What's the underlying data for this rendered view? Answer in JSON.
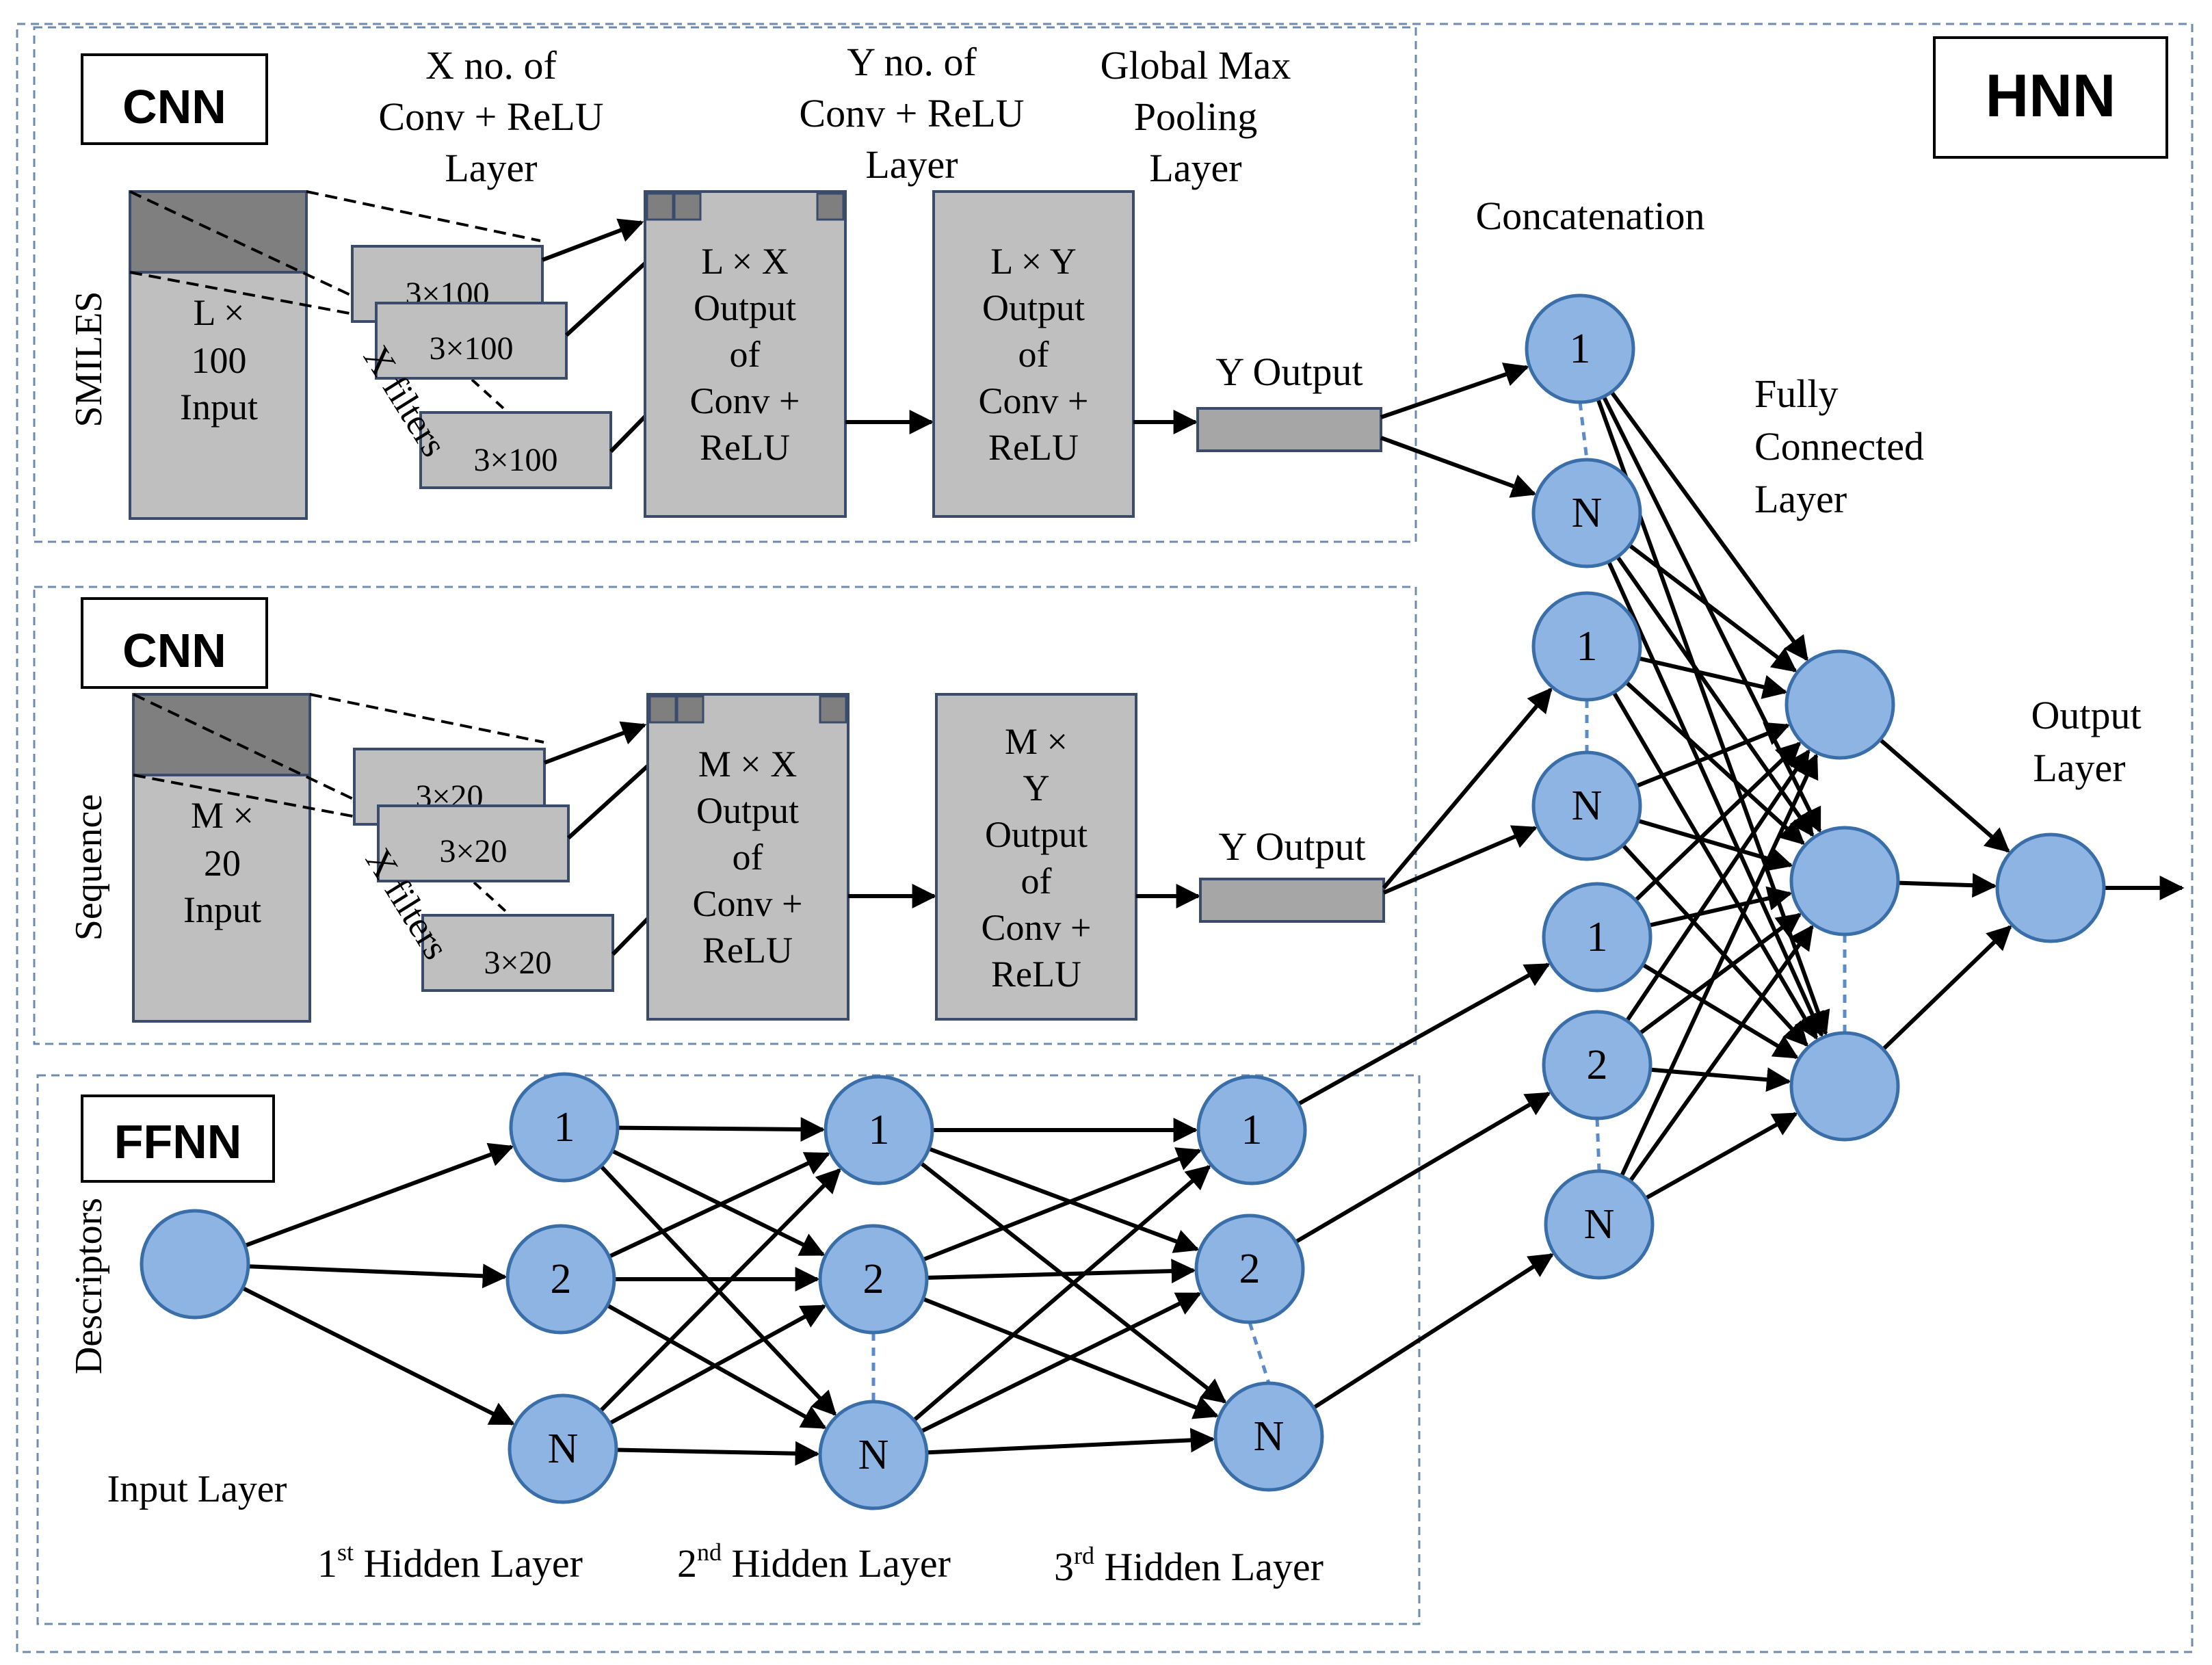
{
  "title_box": "HNN",
  "smiles_module": {
    "label": "CNN",
    "side_label": "SMILES",
    "input_label": [
      "L ×",
      "100",
      "Input"
    ],
    "filters": [
      "3×100",
      "3×100",
      "3×100"
    ],
    "filters_label": "X filters",
    "conv1_header": [
      "X no. of",
      "Conv + ReLU",
      "Layer"
    ],
    "conv1_box": [
      "L × X",
      "Output",
      "of",
      "Conv +",
      "ReLU"
    ],
    "conv2_header": [
      "Y no. of",
      "Conv + ReLU",
      "Layer"
    ],
    "conv2_box": [
      "L × Y",
      "Output",
      "of",
      "Conv +",
      "ReLU"
    ],
    "pool_header": [
      "Global Max",
      "Pooling",
      "Layer"
    ],
    "output_label": "Y Output"
  },
  "sequence_module": {
    "label": "CNN",
    "side_label": "Sequence",
    "input_label": [
      "M ×",
      "20",
      "Input"
    ],
    "filters": [
      "3×20",
      "3×20",
      "3×20"
    ],
    "filters_label": "X filters",
    "conv1_box": [
      "M × X",
      "Output",
      "of",
      "Conv +",
      "ReLU"
    ],
    "conv2_box": [
      "M ×",
      "Y",
      "Output",
      "of",
      "Conv +",
      "ReLU"
    ],
    "output_label": "Y Output"
  },
  "ffnn_module": {
    "label": "FFNN",
    "side_label": "Descriptors",
    "input_layer_label": "Input Layer",
    "hidden_layers": [
      {
        "num": "1",
        "sup": "st",
        "text": " Hidden Layer",
        "nodes": [
          "1",
          "2",
          "N"
        ]
      },
      {
        "num": "2",
        "sup": "nd",
        "text": " Hidden Layer",
        "nodes": [
          "1",
          "2",
          "N"
        ]
      },
      {
        "num": "3",
        "sup": "rd",
        "text": " Hidden Layer",
        "nodes": [
          "1",
          "2",
          "N"
        ]
      }
    ]
  },
  "concatenation": {
    "label": "Concatenation",
    "nodes": [
      "1",
      "N",
      "1",
      "N",
      "1",
      "2",
      "N"
    ]
  },
  "fully_connected_label": [
    "Fully",
    "Connected",
    "Layer"
  ],
  "output_layer_label": [
    "Output",
    "Layer"
  ],
  "colors": {
    "node_fill": "#8EB4E3",
    "node_stroke": "#3A6EA8",
    "box_fill": "#BFBFBF",
    "box_stroke": "#3B4B6B",
    "dark_fill": "#7F7F7F",
    "dashed_border": "#6E8CB0"
  }
}
